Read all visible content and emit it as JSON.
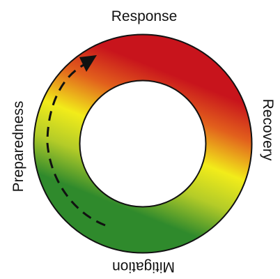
{
  "diagram": {
    "phases": {
      "top": "Response",
      "right": "Recovery",
      "bottom": "Mitigation",
      "left": "Preparedness"
    },
    "ring_colors": {
      "red": "#c8141c",
      "orange": "#e2601c",
      "yellow": "#f2ec1a",
      "yellow_green": "#b4cc28",
      "green": "#2f8a2c"
    },
    "arrow_color": "#111111",
    "arrow_style": "dashed",
    "arrow_direction": "clockwise"
  }
}
